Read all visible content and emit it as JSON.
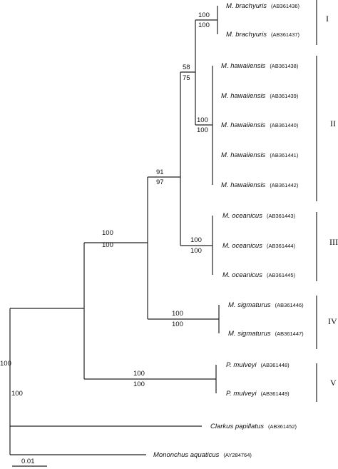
{
  "taxa": [
    {
      "genus_species": "M. brachyuris",
      "accession": "(AB361436)"
    },
    {
      "genus_species": "M. brachyuris",
      "accession": "(AB361437)"
    },
    {
      "genus_species": "M. hawaiiensis",
      "accession": "(AB361438)"
    },
    {
      "genus_species": "M. hawaiiensis",
      "accession": "(AB361439)"
    },
    {
      "genus_species": "M. hawaiiensis",
      "accession": "(AB361440)"
    },
    {
      "genus_species": "M. hawaiiensis",
      "accession": "(AB361441)"
    },
    {
      "genus_species": "M. hawaiiensis",
      "accession": "(AB361442)"
    },
    {
      "genus_species": "M. oceanicus",
      "accession": "(AB361443)"
    },
    {
      "genus_species": "M. oceanicus",
      "accession": "(AB361444)"
    },
    {
      "genus_species": "M. oceanicus",
      "accession": "(AB361445)"
    },
    {
      "genus_species": "M. sigmaturus",
      "accession": "(AB361446)"
    },
    {
      "genus_species": "M. sigmaturus",
      "accession": "(AB361447)"
    },
    {
      "genus_species": "P. mulveyi",
      "accession": "(AB361448)"
    },
    {
      "genus_species": "P. mulveyi",
      "accession": "(AB361449)"
    },
    {
      "genus_species": "Clarkus papillatus",
      "accession": "(AB361452)"
    },
    {
      "genus_species": "Mononchus aquaticus",
      "accession": "(AY284764)"
    }
  ],
  "support": [
    {
      "top": "100",
      "bottom": "100"
    },
    {
      "top": "58",
      "bottom": "75"
    },
    {
      "top": "100",
      "bottom": "100"
    },
    {
      "top": "91",
      "bottom": "97"
    },
    {
      "top": "100",
      "bottom": "100"
    },
    {
      "top": "100",
      "bottom": "100"
    },
    {
      "top": "100",
      "bottom": "100"
    },
    {
      "top": "100",
      "bottom": "100"
    },
    {
      "top": "100",
      "bottom": "100"
    }
  ],
  "clades": [
    "I",
    "II",
    "III",
    "IV",
    "V"
  ],
  "scale_label": "0.01"
}
